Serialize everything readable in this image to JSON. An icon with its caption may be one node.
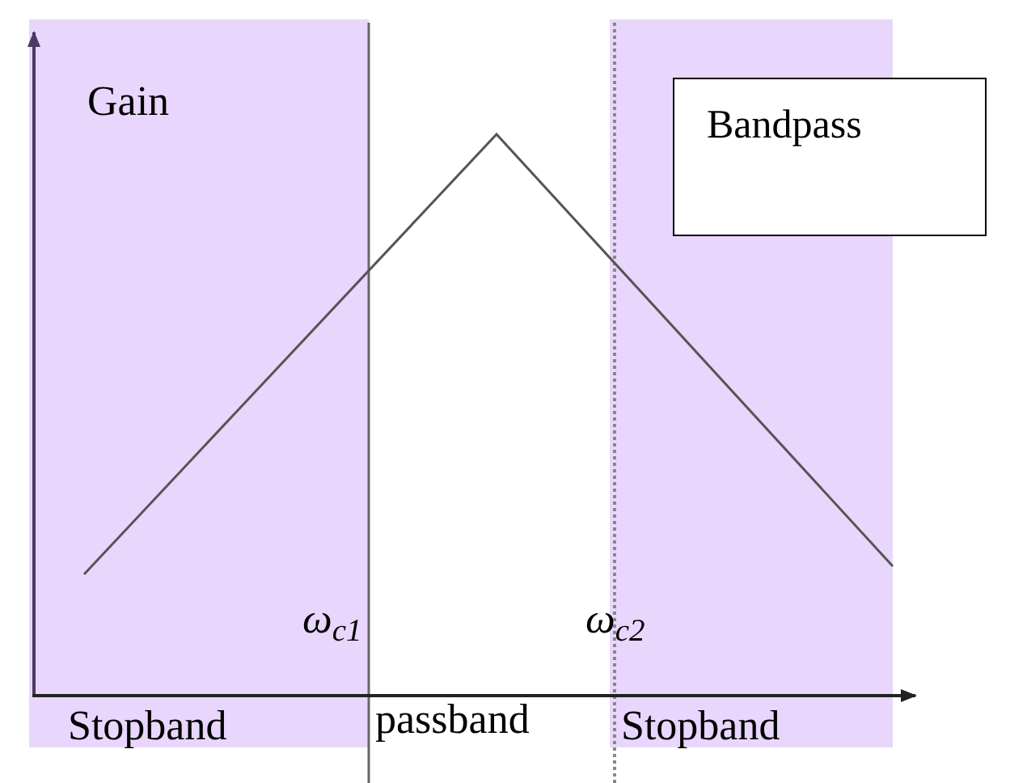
{
  "diagram": {
    "nodes": [
      {
        "text": [
          "Bandpass"
        ]
      }
    ],
    "labels": [
      "Gain",
      "ω$_{c1}$",
      "ω$_{c2}$",
      "Stopband",
      "passband",
      "Stopband"
    ]
  }
}
